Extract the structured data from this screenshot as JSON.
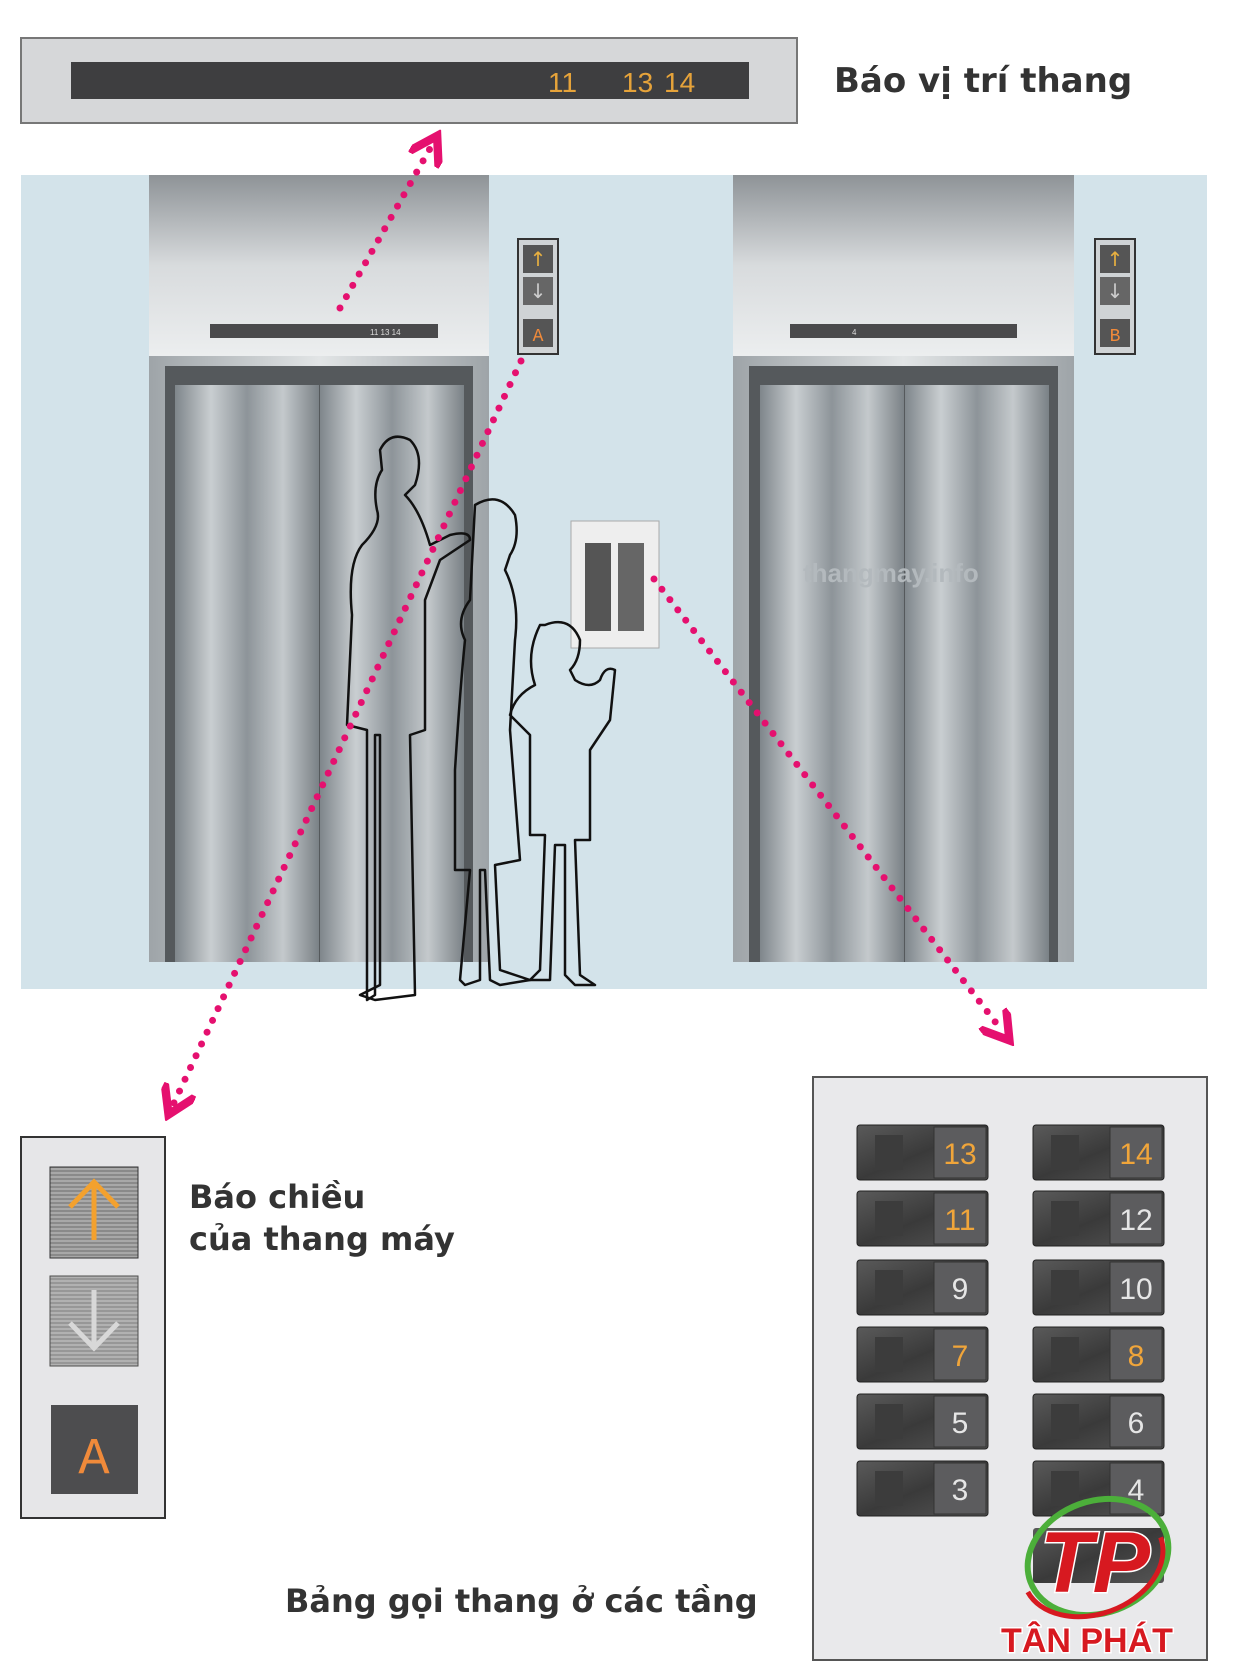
{
  "position_indicator": {
    "label": "Báo vị trí thang",
    "floors_shown": [
      "11",
      "13",
      "14"
    ],
    "small_display_left": "11   13 14",
    "small_display_right": "4"
  },
  "direction_indicator": {
    "label_line1": "Báo chiều",
    "label_line2": "của thang máy",
    "car_letter": "A",
    "car_letter_right": "B"
  },
  "call_panel": {
    "label": "Bảng gọi thang ở các tầng",
    "buttons": [
      {
        "floor": "13",
        "lit": true
      },
      {
        "floor": "14",
        "lit": true
      },
      {
        "floor": "11",
        "lit": true
      },
      {
        "floor": "12",
        "lit": false
      },
      {
        "floor": "9",
        "lit": false
      },
      {
        "floor": "10",
        "lit": false
      },
      {
        "floor": "7",
        "lit": true
      },
      {
        "floor": "8",
        "lit": true
      },
      {
        "floor": "5",
        "lit": false
      },
      {
        "floor": "6",
        "lit": false
      },
      {
        "floor": "3",
        "lit": false
      },
      {
        "floor": "4",
        "lit": false
      }
    ]
  },
  "watermark": "thangmay.info",
  "logo": {
    "initials": "TP",
    "name": "TÂN PHÁT"
  },
  "colors": {
    "accent_pink": "#e5106f",
    "lit_orange": "#f0a53a",
    "wall": "#d3e3ea",
    "logo_red": "#d71920",
    "logo_green": "#4caf3a"
  }
}
